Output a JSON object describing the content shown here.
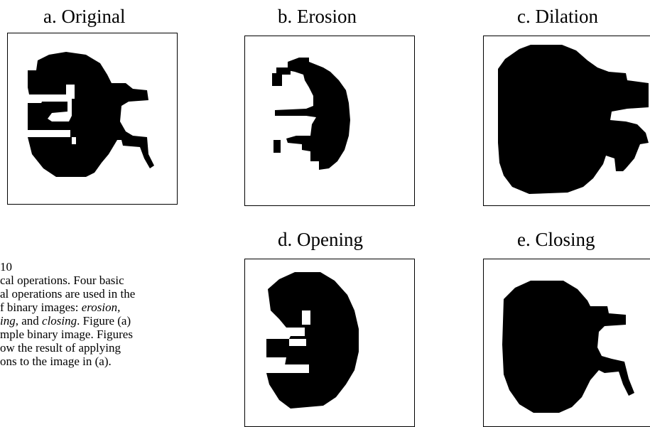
{
  "panels": [
    {
      "id": "a",
      "title": "a.  Original"
    },
    {
      "id": "b",
      "title": "b.  Erosion"
    },
    {
      "id": "c",
      "title": "c.  Dilation"
    },
    {
      "id": "d",
      "title": "d.  Opening"
    },
    {
      "id": "e",
      "title": "e.  Closing"
    }
  ],
  "caption": {
    "number": "10",
    "l1": "cal operations.  Four basic",
    "l2": "al operations are used in  the",
    "l3": "f binary images: ",
    "l3_em": "erosion,",
    "l4_em": "ing",
    "l4": ", and ",
    "l4_em2": "closing",
    "l4_end": ".  Figure (a)",
    "l5": "mple binary image. Figures",
    "l6": "ow the result of applying",
    "l7": "ons to the image in (a)."
  },
  "colors": {
    "foreground": "#000000",
    "background": "#ffffff"
  }
}
